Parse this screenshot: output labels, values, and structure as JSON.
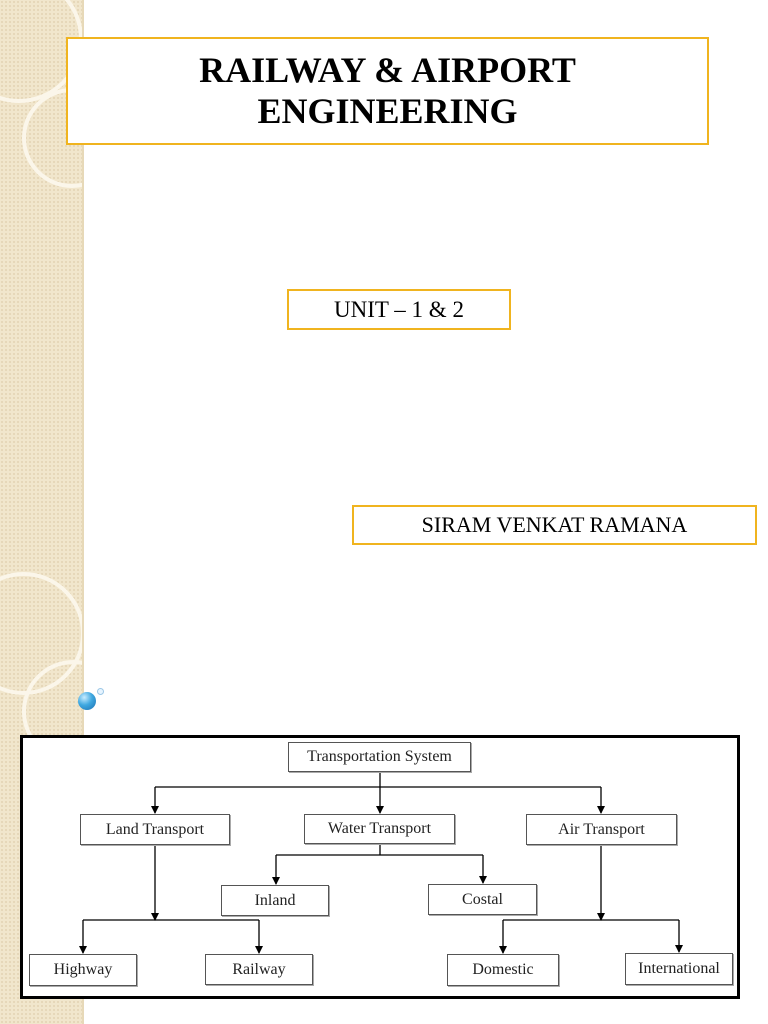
{
  "slide": {
    "title_line1": "RAILWAY & AIRPORT",
    "title_line2": "ENGINEERING",
    "unit": "UNIT – 1 & 2",
    "author": "SIRAM VENKAT RAMANA"
  },
  "diagram": {
    "root": "Transportation System",
    "land": "Land Transport",
    "water": "Water Transport",
    "air": "Air Transport",
    "inland": "Inland",
    "costal": "Costal",
    "highway": "Highway",
    "railway": "Railway",
    "domestic": "Domestic",
    "international": "International"
  }
}
